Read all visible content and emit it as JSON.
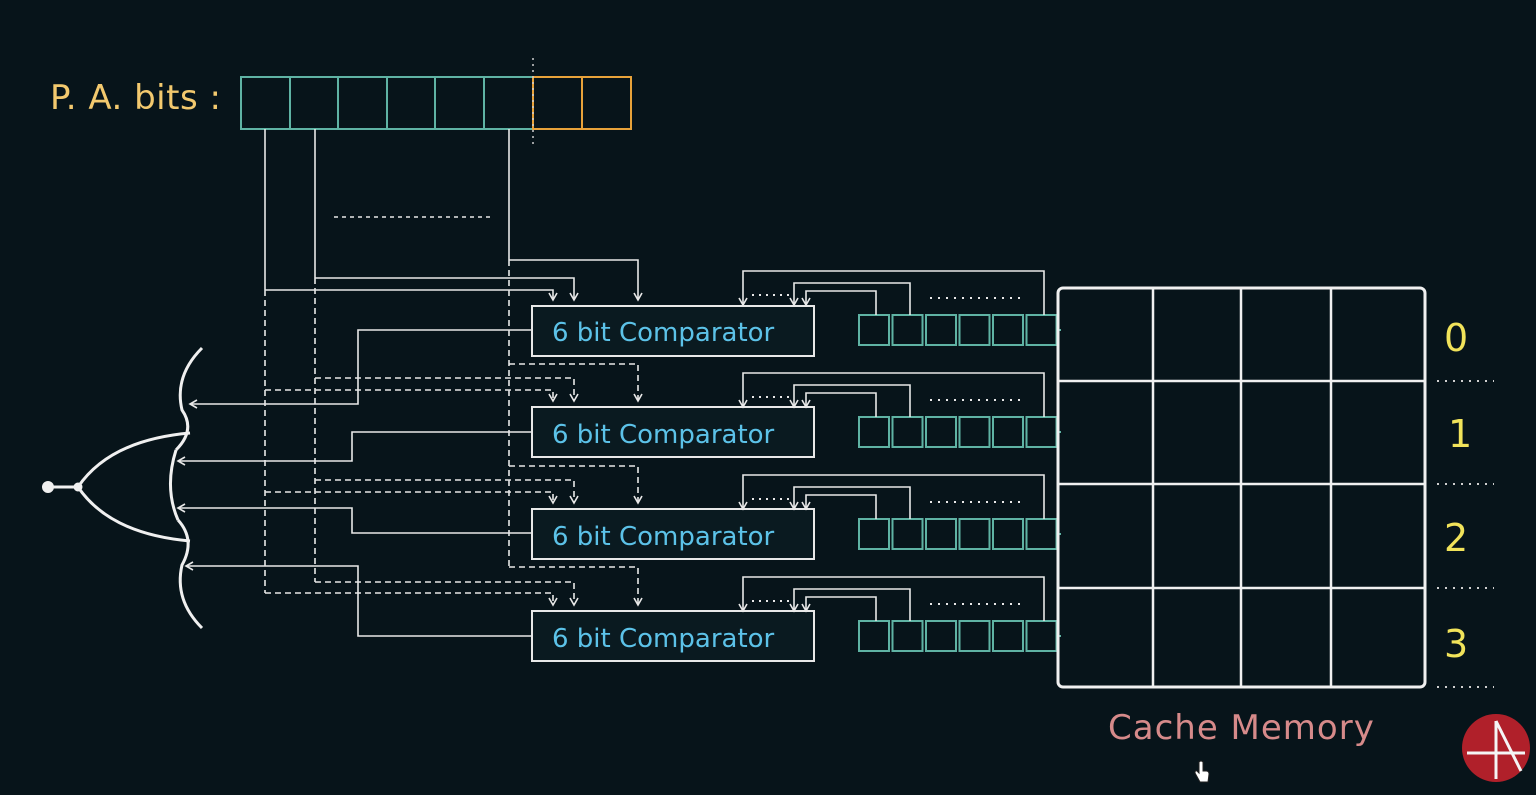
{
  "labels": {
    "pa_bits": "P. A. bits :",
    "cache_memory": "Cache Memory"
  },
  "comparators": [
    {
      "label": "6 bit Comparator"
    },
    {
      "label": "6 bit Comparator"
    },
    {
      "label": "6 bit Comparator"
    },
    {
      "label": "6 bit Comparator"
    }
  ],
  "cache_rows": [
    "0",
    "1",
    "2",
    "3"
  ],
  "pa_bits": {
    "total": 8,
    "tag_bits": 6,
    "index_bits": 2
  },
  "colors": {
    "background": "#07141a",
    "wire": "#e8e8e8",
    "tag_cell": "#5fb3a4",
    "index_cell": "#e8a23a",
    "comparator_text": "#5cc2e8",
    "row_label": "#f1e35a",
    "pa_label": "#f3c96e",
    "cache_label": "#d68a8a",
    "logo": "#b0202a"
  },
  "icons": {
    "or_gate": "or-gate-symbol",
    "logo": "logo-icon",
    "cursor": "hand-cursor-icon"
  }
}
